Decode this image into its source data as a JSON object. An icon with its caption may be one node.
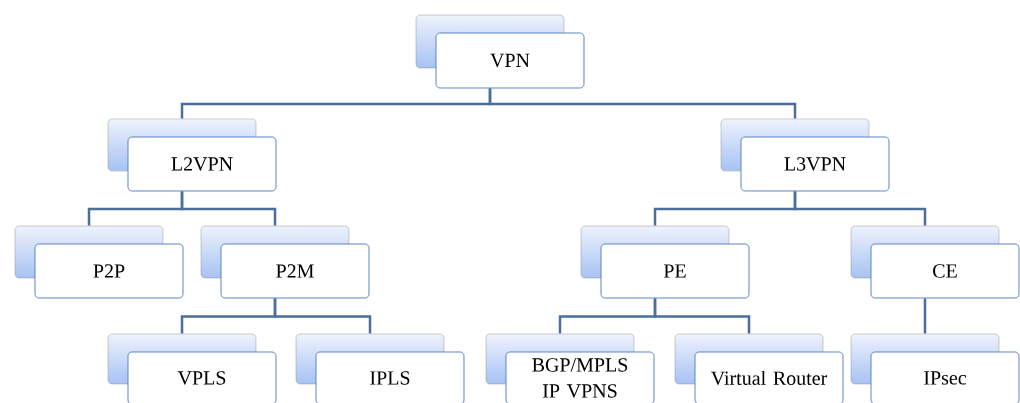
{
  "diagram": {
    "nodes": [
      {
        "text": [
          "VPN"
        ]
      },
      {
        "text": [
          "L2VPN"
        ]
      },
      {
        "text": [
          "L3VPN"
        ]
      },
      {
        "text": [
          "P2P"
        ]
      },
      {
        "text": [
          "P2M"
        ]
      },
      {
        "text": [
          "PE"
        ]
      },
      {
        "text": [
          "CE"
        ]
      },
      {
        "text": [
          "VPLS"
        ]
      },
      {
        "text": [
          "IPLS"
        ]
      },
      {
        "text": [
          "BGP/MPLS IP VPNS"
        ]
      },
      {
        "text": [
          "Virtual Router"
        ]
      },
      {
        "text": [
          "IPsec"
        ]
      }
    ],
    "edges": [
      {
        "from": 0,
        "to": 1,
        "arrow": "none"
      },
      {
        "from": 0,
        "to": 2,
        "arrow": "none"
      },
      {
        "from": 1,
        "to": 3,
        "arrow": "none"
      },
      {
        "from": 1,
        "to": 4,
        "arrow": "none"
      },
      {
        "from": 2,
        "to": 5,
        "arrow": "none"
      },
      {
        "from": 2,
        "to": 6,
        "arrow": "none"
      },
      {
        "from": 4,
        "to": 7,
        "arrow": "none"
      },
      {
        "from": 4,
        "to": 8,
        "arrow": "none"
      },
      {
        "from": 5,
        "to": 9,
        "arrow": "none"
      },
      {
        "from": 5,
        "to": 10,
        "arrow": "none"
      },
      {
        "from": 6,
        "to": 11,
        "arrow": "none"
      }
    ]
  }
}
